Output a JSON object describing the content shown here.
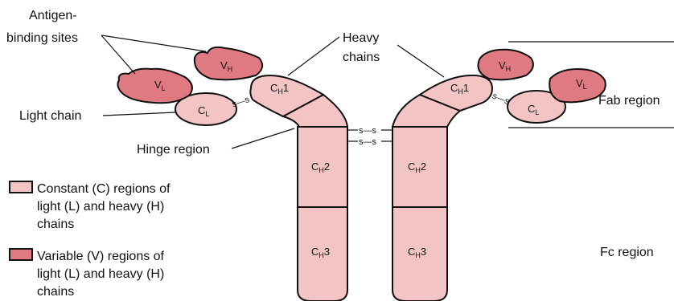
{
  "labels": {
    "antigen_line1": "Antigen-",
    "antigen_line2": "binding sites",
    "heavy_line1": "Heavy",
    "heavy_line2": "chains",
    "light_chain": "Light chain",
    "hinge_region": "Hinge region",
    "fab_region": "Fab region",
    "fc_region": "Fc region"
  },
  "domains": {
    "vh": {
      "base": "V",
      "sub": "H"
    },
    "vl": {
      "base": "V",
      "sub": "L"
    },
    "ch1": {
      "base": "C",
      "sub": "H",
      "suffix": "1"
    },
    "cl": {
      "base": "C",
      "sub": "L"
    },
    "ch2": {
      "base": "C",
      "sub": "H",
      "suffix": "2"
    },
    "ch3": {
      "base": "C",
      "sub": "H",
      "suffix": "3"
    }
  },
  "disulfide": "s—s",
  "legend": {
    "constant": {
      "line1": "Constant (C) regions of",
      "line2": "light (L) and heavy (H)",
      "line3": "chains",
      "color": "#f2c4c4"
    },
    "variable": {
      "line1": "Variable (V) regions of",
      "line2": "light (L) and heavy (H)",
      "line3": "chains",
      "color": "#e07a82"
    }
  }
}
